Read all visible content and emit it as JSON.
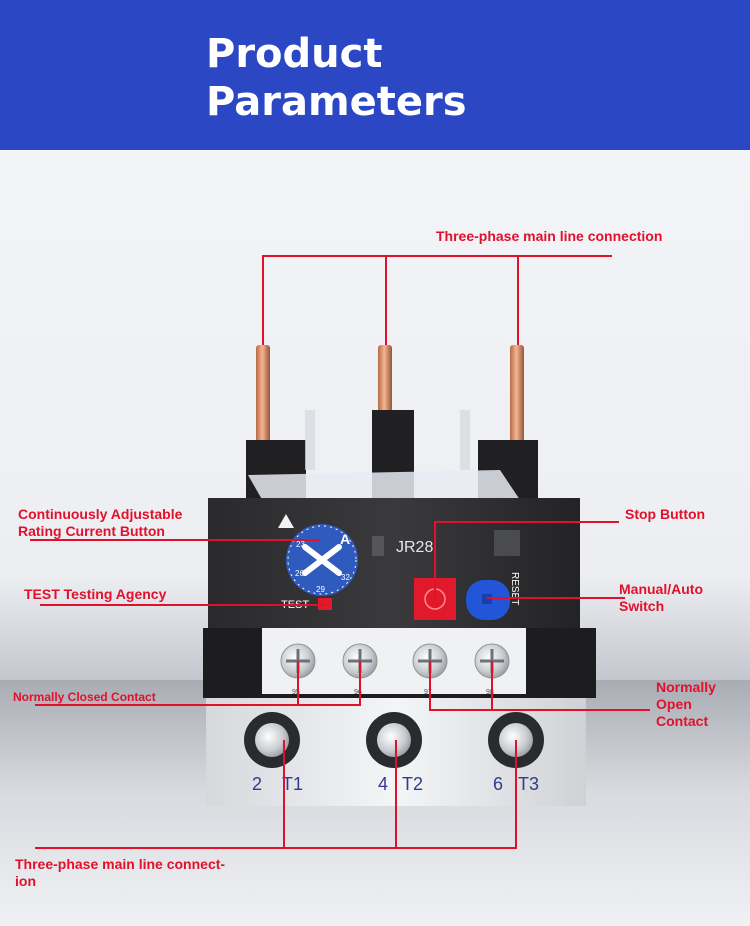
{
  "header": {
    "title_line1": "Product",
    "title_line2": "Parameters",
    "background": "#2b47c3"
  },
  "device": {
    "model": "JR28",
    "test_label": "TEST",
    "reset_label": "RESET",
    "dial_unit": "A",
    "dial_marks": [
      "23",
      "26",
      "29",
      "32"
    ],
    "aux_terminals": [
      "95",
      "96",
      "97",
      "98"
    ],
    "terminals": [
      {
        "num": "2",
        "name": "T1"
      },
      {
        "num": "4",
        "name": "T2"
      },
      {
        "num": "6",
        "name": "T3"
      }
    ]
  },
  "callouts": {
    "top_line": "Three-phase main line connection",
    "adjust_line1": "Continuously Adjustable",
    "adjust_line2": "Rating Current Button",
    "test_agency": "TEST Testing Agency",
    "normally_closed": "Normally Closed Contact",
    "stop": "Stop Button",
    "manual_line1": "Manual/Auto",
    "manual_line2": "Switch",
    "normally_open_line1": "Normally",
    "normally_open_line2": "Open",
    "normally_open_line3": "Contact",
    "bottom_line1": "Three-phase main line connect-",
    "bottom_line2": "ion"
  },
  "colors": {
    "accent": "#e3102b",
    "dial": "#2f5bbf",
    "stop_button": "#e01a2a",
    "reset_knob": "#2255d8",
    "terminal_label": "#2e3b8f"
  }
}
